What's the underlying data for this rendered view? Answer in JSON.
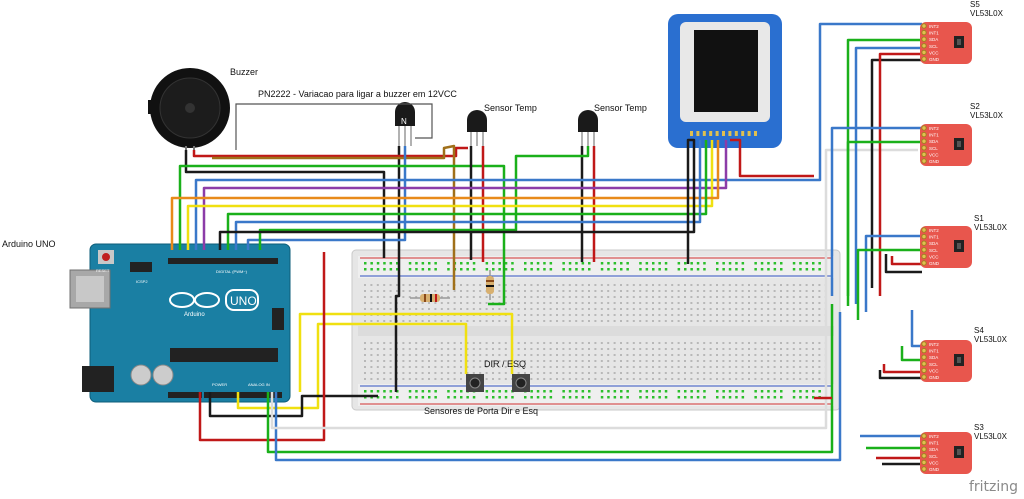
{
  "labels": {
    "buzzer": "Buzzer",
    "transistor_note": "PN2222 - Variacao para ligar a buzzer em 12VCC",
    "sensor_temp_1": "Sensor Temp",
    "sensor_temp_2": "Sensor Temp",
    "arduino": "Arduino UNO",
    "buttons": "DIR / ESQ",
    "door_sensors": "Sensores de Porta Dir e Esq",
    "fritzing": "fritzing"
  },
  "sensors": [
    {
      "name": "S5",
      "model": "VL53L0X"
    },
    {
      "name": "S2",
      "model": "VL53L0X"
    },
    {
      "name": "S1",
      "model": "VL53L0X"
    },
    {
      "name": "S4",
      "model": "VL53L0X"
    },
    {
      "name": "S3",
      "model": "VL53L0X"
    }
  ],
  "board": {
    "logo": "UNO",
    "brand": "Arduino",
    "reset": "RESET",
    "icsp": "ICSP2",
    "digital": "DIGITAL (PWM~)",
    "analog": "ANALOG IN",
    "power": "POWER"
  },
  "sensor_pins": [
    "INT2",
    "INT1",
    "SDA",
    "SCL",
    "VCC",
    "GND"
  ],
  "colors": {
    "arduino": "#1a7fa3",
    "breadboard": "#e8e8e8",
    "breakout": "#e8564d",
    "wire_black": "#1a1a1a",
    "wire_red": "#c01818",
    "wire_green": "#1ab01a",
    "wire_blue": "#3a78c9",
    "wire_yellow": "#f0e010",
    "wire_orange": "#e88a1a",
    "wire_purple": "#8c3ca8",
    "wire_brown": "#a0701a",
    "wire_white": "#f4f4f4"
  }
}
